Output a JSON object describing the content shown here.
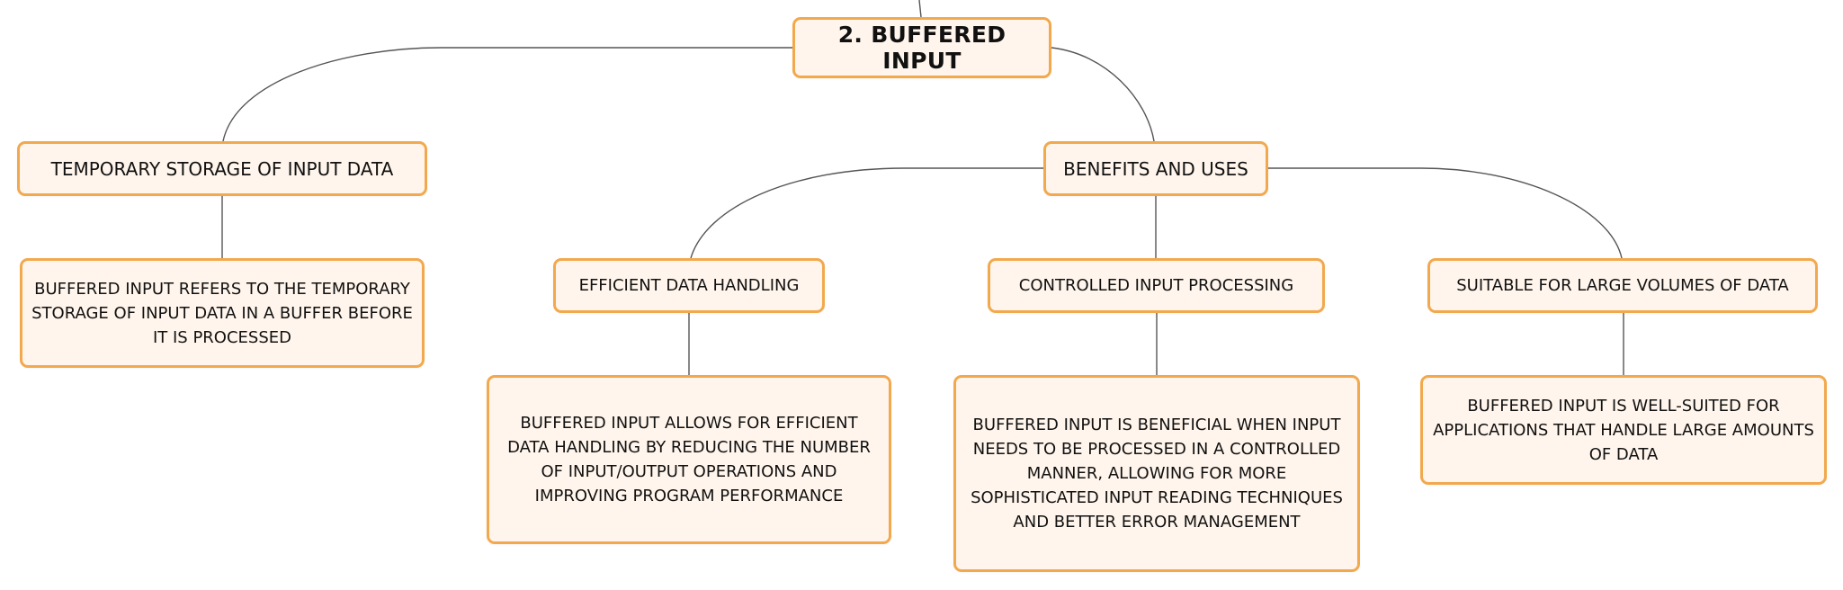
{
  "diagram": {
    "root": {
      "label": "2. BUFFERED INPUT"
    },
    "temporary_storage": {
      "label": "TEMPORARY STORAGE OF INPUT DATA",
      "description": "BUFFERED INPUT REFERS TO THE TEMPORARY STORAGE OF INPUT DATA IN A BUFFER BEFORE IT IS PROCESSED"
    },
    "benefits": {
      "label": "BENEFITS AND USES",
      "children": [
        {
          "label": "EFFICIENT DATA HANDLING",
          "description": "BUFFERED INPUT ALLOWS FOR EFFICIENT DATA HANDLING BY REDUCING THE NUMBER OF INPUT/OUTPUT OPERATIONS AND IMPROVING PROGRAM PERFORMANCE"
        },
        {
          "label": "CONTROLLED INPUT PROCESSING",
          "description": "BUFFERED INPUT IS BENEFICIAL WHEN INPUT NEEDS TO BE PROCESSED IN A CONTROLLED MANNER, ALLOWING FOR MORE SOPHISTICATED INPUT READING TECHNIQUES AND BETTER ERROR MANAGEMENT"
        },
        {
          "label": "SUITABLE FOR LARGE VOLUMES OF DATA",
          "description": "BUFFERED INPUT IS WELL-SUITED FOR APPLICATIONS THAT HANDLE LARGE AMOUNTS OF DATA"
        }
      ]
    },
    "colors": {
      "node_border": "#f2a94e",
      "node_fill": "#fff5ec",
      "connector": "#555555",
      "text": "#111111"
    }
  }
}
